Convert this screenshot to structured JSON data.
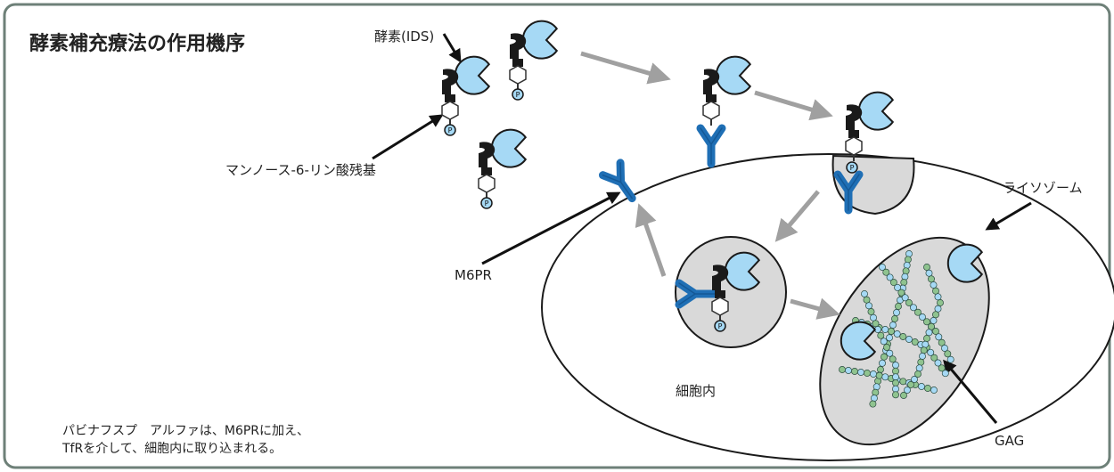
{
  "title": "酵素補充療法の作用機序",
  "labels": {
    "enzyme": "酵素(IDS)",
    "m6p_residue": "マンノース-6-リン酸残基",
    "m6pr": "M6PR",
    "lysosome": "ライソゾーム",
    "intracellular": "細胞内",
    "gag": "GAG",
    "phosphate": "P"
  },
  "note": {
    "line1": "パビナフスプ　アルファは、M6PRに加え、",
    "line2": "TfRを介して、細胞内に取り込まれる。"
  },
  "colors": {
    "enzyme": "#a6d9f5",
    "receptor": "#1f6fb5",
    "vesicle": "#d9d9d9",
    "arrow": "#a0a0a0",
    "frame": "#6e8078",
    "gag_blue": "#a6d9f5",
    "gag_green": "#8fc38f"
  }
}
